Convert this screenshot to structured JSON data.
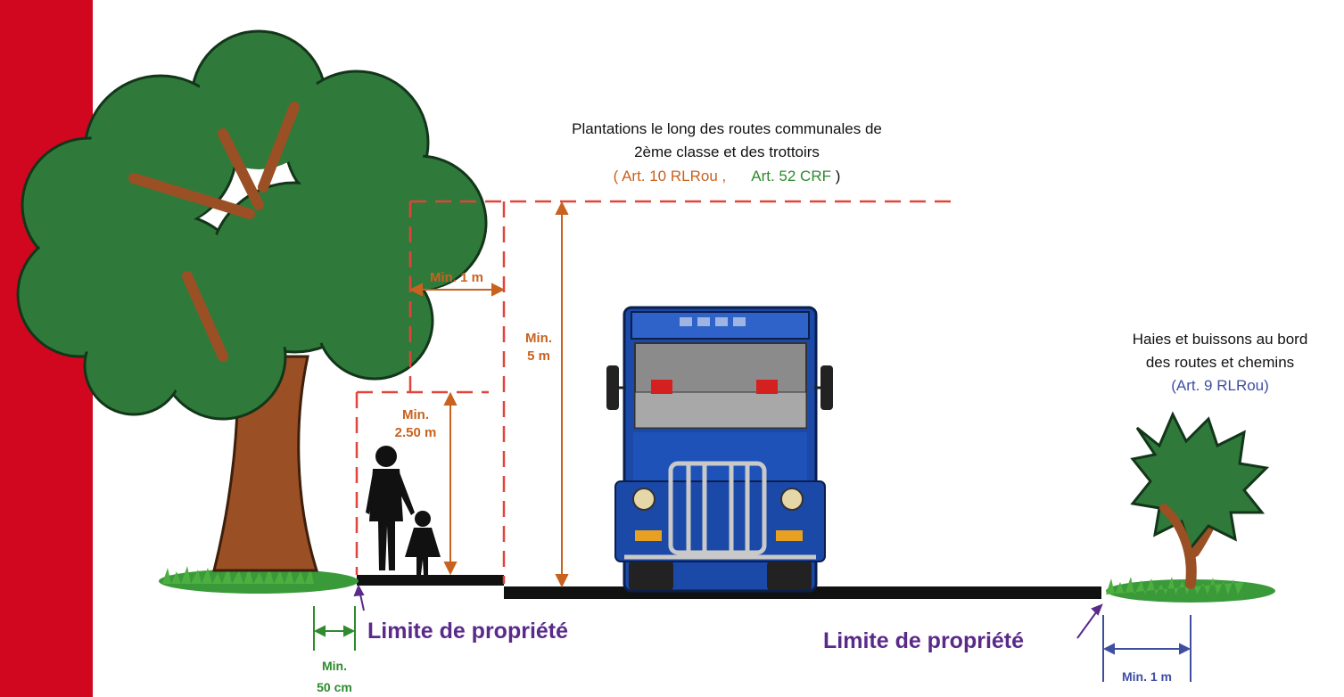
{
  "colors": {
    "sidebar_red": "#d1071f",
    "clearance_red": "#e0443a",
    "dimension_orange": "#c8621e",
    "legal_green": "#2e8b2e",
    "legal_blue": "#3f4fa0",
    "property_purple": "#5a2a8a",
    "foliage": "#2f7a3a",
    "trunk": "#9b4f24",
    "truck_blue": "#1a49a8",
    "road_black": "#111111"
  },
  "title": {
    "line1": "Plantations le long des routes communales de",
    "line2": "2ème classe et des trottoirs",
    "ref_open": "( ",
    "ref_orange": "Art. 10 RLRou ,",
    "ref_green": "Art. 52 CRF",
    "ref_close": " )"
  },
  "hedge_title": {
    "line1": "Haies et buissons au bord",
    "line2": "des routes et chemins",
    "ref": "(Art. 9 RLRou)"
  },
  "dimensions": {
    "min_1m_top": "Min. 1 m",
    "min_5m_l1": "Min.",
    "min_5m_l2": "5 m",
    "min_250_l1": "Min.",
    "min_250_l2": "2.50 m",
    "min_50cm_l1": "Min.",
    "min_50cm_l2": "50 cm",
    "min_1m_hedge": "Min. 1 m"
  },
  "labels": {
    "property_left": "Limite de propriété",
    "property_right": "Limite de propriété"
  },
  "icons": [
    "tree-icon",
    "truck-icon",
    "pedestrians-icon",
    "bush-icon",
    "grass-icon"
  ]
}
